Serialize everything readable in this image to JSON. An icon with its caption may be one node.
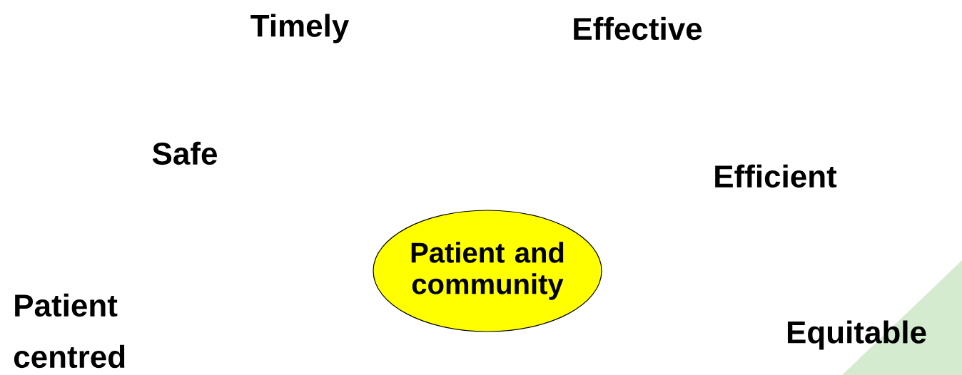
{
  "diagram": {
    "nodes": [
      {
        "text": [
          "Patient and community"
        ]
      }
    ],
    "labels": [
      "Timely",
      "Effective",
      "Safe",
      "Efficient",
      "Patient centred",
      "Equitable"
    ]
  }
}
